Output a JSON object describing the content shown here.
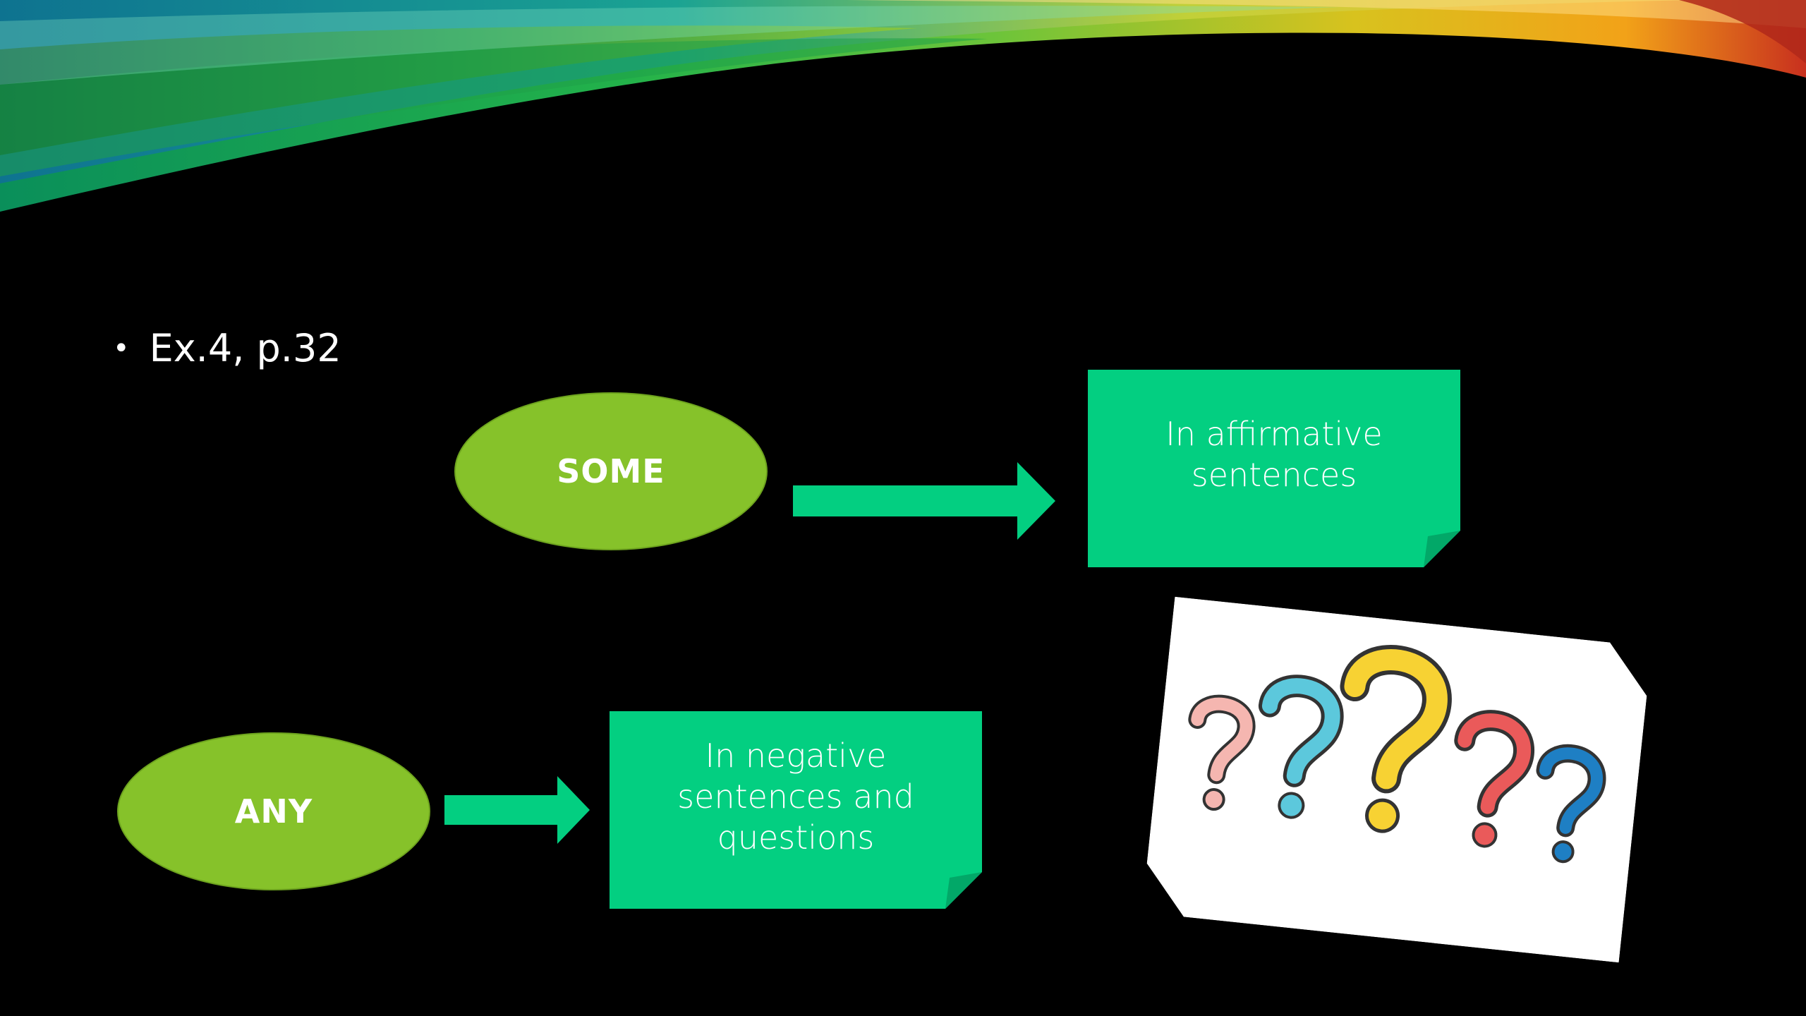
{
  "slide": {
    "bullet": "Ex.4, p.32",
    "diagram": {
      "nodes": [
        {
          "id": "some",
          "label": "SOME",
          "shape": "ellipse"
        },
        {
          "id": "any",
          "label": "ANY",
          "shape": "ellipse"
        },
        {
          "id": "affirmative",
          "label": "In affirmative sentences",
          "shape": "note"
        },
        {
          "id": "negative",
          "label": "In negative sentences and questions",
          "shape": "note"
        }
      ],
      "edges": [
        {
          "from": "some",
          "to": "affirmative"
        },
        {
          "from": "any",
          "to": "negative"
        }
      ]
    },
    "image": {
      "icon": "question-marks-icon"
    },
    "colors": {
      "background": "#000000",
      "oval": "#86c22a",
      "note": "#03cf81",
      "arrow": "#03cf81"
    }
  }
}
